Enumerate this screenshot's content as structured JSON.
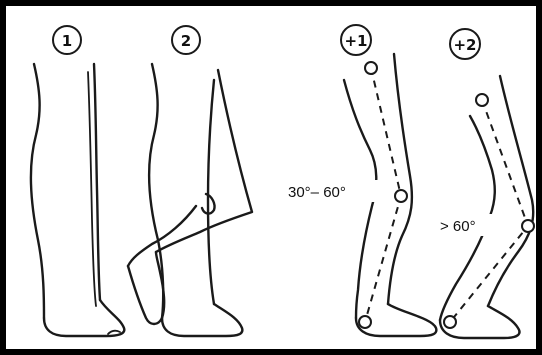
{
  "figure": {
    "panels": [
      {
        "id": "1",
        "badge": "1"
      },
      {
        "id": "2",
        "badge": "2"
      },
      {
        "id": "plus1",
        "badge": "+1",
        "angle_label": "30°– 60°"
      },
      {
        "id": "plus2",
        "badge": "+2",
        "angle_label": "> 60°"
      }
    ],
    "colors": {
      "frame": "#000000",
      "ink": "#1a1a1a",
      "background": "#ffffff"
    }
  }
}
